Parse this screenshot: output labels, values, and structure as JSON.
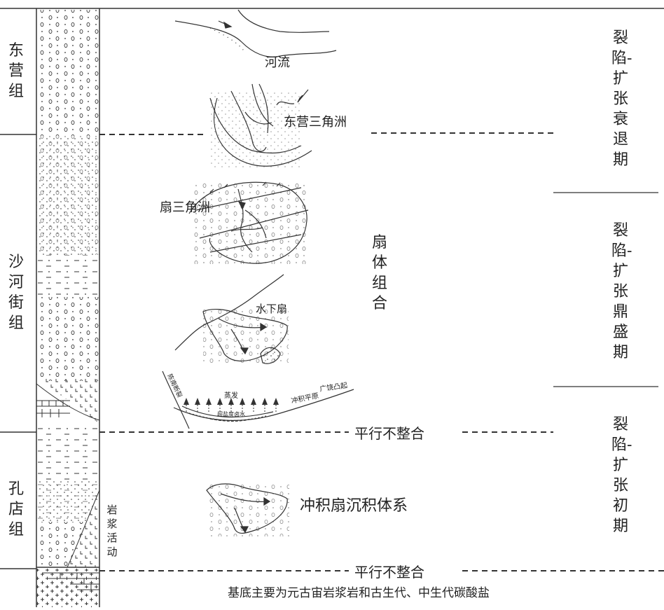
{
  "formations": {
    "dongying": "东营组",
    "shahejie": "沙河街组",
    "kongdian": "孔店组"
  },
  "periods": {
    "decline": "裂陷-扩张衰退期",
    "peak": "裂陷-扩张鼎盛期",
    "initial": "裂陷-扩张初期"
  },
  "labels": {
    "river": "河流",
    "dongying_delta": "东营三角洲",
    "fan_delta": "扇三角洲",
    "underwater_fan": "水下扇",
    "fan_assemblage": "扇体组合",
    "evaporation": "蒸发",
    "alluvial_plain": "冲积平原",
    "guangrao_uplift": "广饶凸起",
    "hypersaline_water": "超盐度卤水",
    "boundary_fault": "陈南断裂",
    "unconformity_1": "平行不整合",
    "unconformity_2": "平行不整合",
    "alluvial_fan_system": "冲积扇沉积体系",
    "magmatic_activity": "岩浆活动",
    "basement": "基底主要为元古宙岩浆岩和古生代、中生代碳酸盐"
  }
}
